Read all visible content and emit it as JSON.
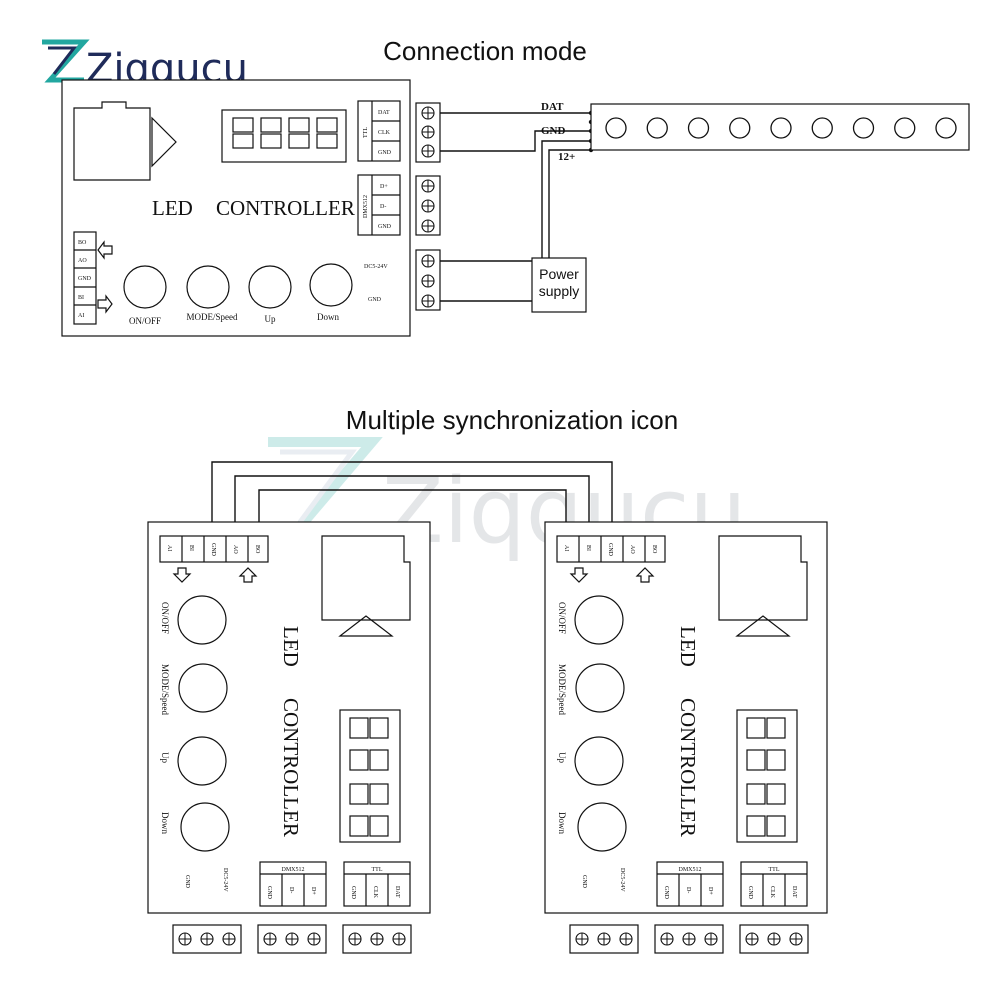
{
  "brand": {
    "logo_text": "Ziqqucu",
    "watermark_text": "Ziqqucu",
    "accent": "#22a7a0",
    "dark": "#1f2b5a"
  },
  "top": {
    "title": "Connection mode",
    "led_text": "LED",
    "controller_text": "CONTROLLER",
    "ttl_label": "TTL",
    "ttl_pins": [
      "DAT",
      "CLK",
      "GND"
    ],
    "dmx_label": "DMX512",
    "dmx_pins": [
      "D+",
      "D-",
      "GND"
    ],
    "sync_pins": [
      "BO",
      "AO",
      "GND",
      "BI",
      "AI"
    ],
    "power_labels": [
      "DC5-24V",
      "GND"
    ],
    "buttons": [
      "ON/OFF",
      "MODE/Speed",
      "Up",
      "Down"
    ],
    "wire_labels": [
      "DAT",
      "GND",
      "12+"
    ],
    "power_supply": [
      "Power",
      "supply"
    ],
    "strip_leds": 9
  },
  "bottom": {
    "title": "Multiple synchronization icon",
    "led_text": "LED",
    "controller_text": "CONTROLLER",
    "sync_pins": [
      "AI",
      "BI",
      "GND",
      "AO",
      "BO"
    ],
    "buttons": [
      "ON/OFF",
      "MODE/Speed",
      "Up",
      "Down"
    ],
    "power_labels": [
      "GND",
      "DC5-24V"
    ],
    "dmx_label": "DMX512",
    "dmx_pins": [
      "GND",
      "D-",
      "D+"
    ],
    "ttl_label": "TTL",
    "ttl_pins": [
      "GND",
      "CLK",
      "DAT"
    ]
  }
}
